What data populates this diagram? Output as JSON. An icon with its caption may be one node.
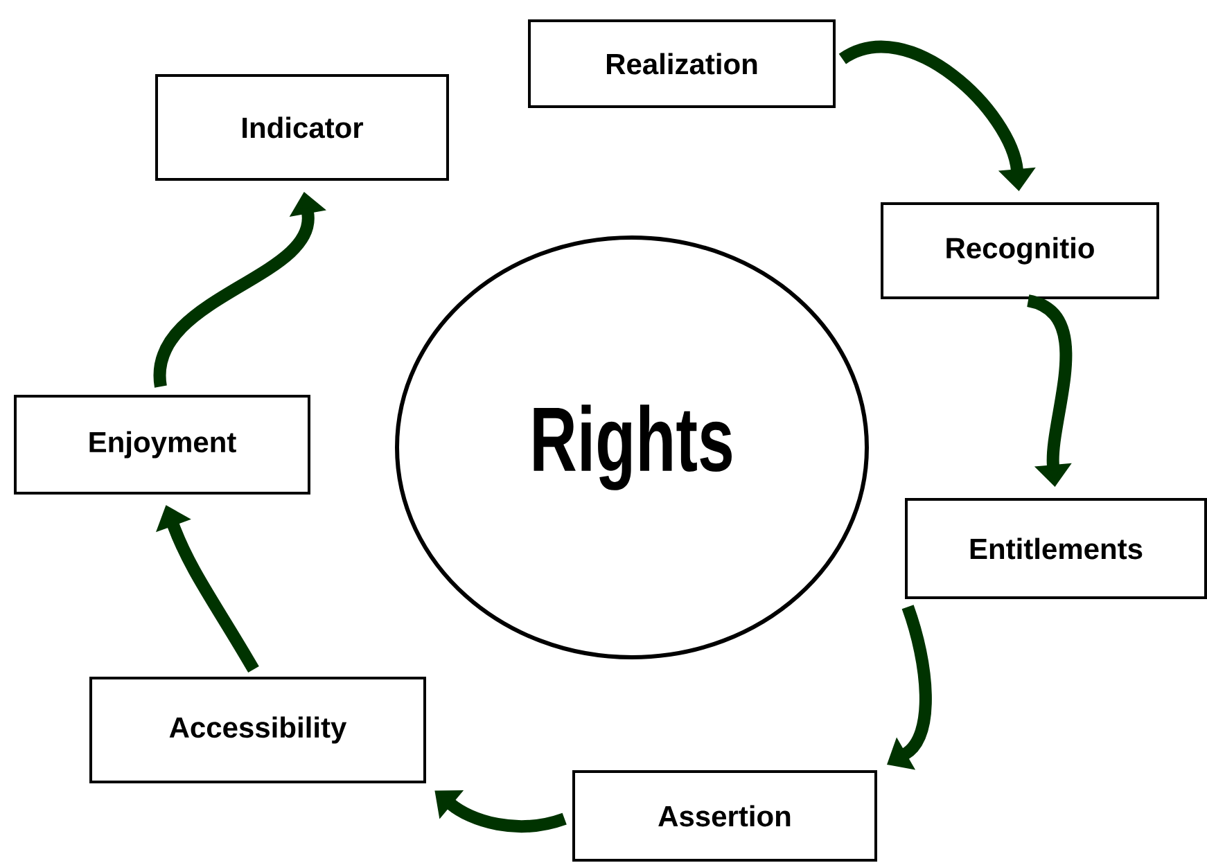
{
  "diagram": {
    "nodes": [
      {
        "text": [
          "Realization"
        ]
      },
      {
        "text": [
          "Indicator"
        ]
      },
      {
        "text": [
          "Recognitio"
        ]
      },
      {
        "text": [
          "Rights"
        ]
      },
      {
        "text": [
          "Enjoyment"
        ]
      },
      {
        "text": [
          "Entitlements"
        ]
      },
      {
        "text": [
          "Accessibility"
        ]
      },
      {
        "text": [
          "Assertion"
        ]
      }
    ],
    "edges": [
      {
        "from": 0,
        "to": 2,
        "arrow": "to"
      },
      {
        "from": 2,
        "to": 5,
        "arrow": "to"
      },
      {
        "from": 5,
        "to": 7,
        "arrow": "to"
      },
      {
        "from": 7,
        "to": 6,
        "arrow": "to"
      },
      {
        "from": 6,
        "to": 4,
        "arrow": "to"
      },
      {
        "from": 4,
        "to": 1,
        "arrow": "to"
      }
    ]
  }
}
